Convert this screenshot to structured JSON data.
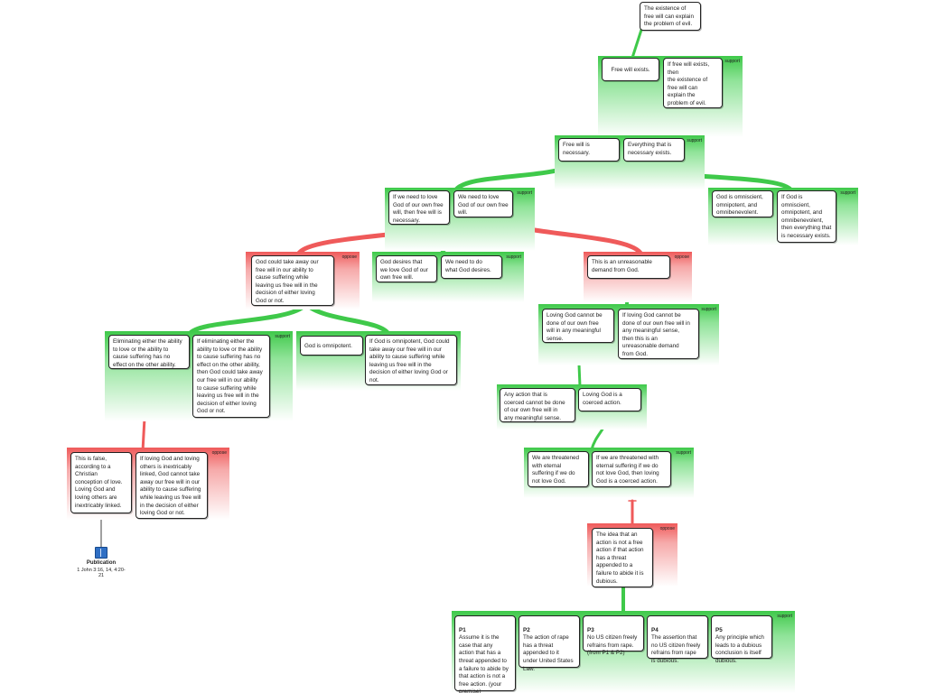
{
  "colors": {
    "support": "#3fc94a",
    "oppose": "#ef5a5a"
  },
  "group_labels": {
    "support": "support",
    "oppose": "oppose"
  },
  "nodes": {
    "root": "The existence of\nfree will can explain\nthe problem of evil.",
    "n1a": "Free will exists.",
    "n1b": "If free will exists,\nthen\nthe existence of\nfree will can\nexplain the\nproblem of evil.",
    "n2a": "Free will is\nnecessary.",
    "n2b": "Everything that is\nnecessary exists.",
    "n3a": "If we need to love\nGod of our own free\nwill, then free will is\nnecessary.",
    "n3b": "We need to love\nGod of our own free\nwill.",
    "n3c": "God is omniscient,\nomnipotent, and\nomnibenevolent.",
    "n3d": "If God is\nomniscient,\nomnipotent, and\nomnibenevolent,\nthen everything that\nis necessary exists.",
    "n4a": "God could take away our\nfree will in our ability to\ncause suffering while\nleaving us free will in the\ndecision of either loving\nGod or not.",
    "n4b": "God desires that\nwe love God of our\nown free will.",
    "n4c": "We need to do\nwhat God desires.",
    "n4d": "This is an unreasonable\ndemand from God.",
    "n5a": "Eliminating either the ability\nto love or the ability to\ncause suffering has no\neffect on the other ability.",
    "n5b": "If eliminating either the\nability to love or the ability\nto cause suffering has no\neffect on the other ability,\nthen God could take away\nour free will in our ability\nto cause suffering while\nleaving us free will in the\ndecision of either loving\nGod or not.",
    "n5c": "God is omnipotent.",
    "n5d": "If God is omnipotent, God could\ntake away our free will in our\nability to cause suffering while\nleaving us free will in the\ndecision of either loving God or\nnot.",
    "n5e": "Loving God cannot be\ndone of our own free\nwill in any meaningful\nsense.",
    "n5f": "If loving God cannot be\ndone of our own free will in\nany meaningful sense,\nthen this is an\nunreasonable demand\nfrom God.",
    "n6a": "Any action that is\ncoerced cannot be done\nof our own free will in\nany meaningful sense.",
    "n6b": "Loving God is a\ncoerced action.",
    "n7a": "This is false,\naccording to a\nChristian\nconception of love.\nLoving God and\nloving others are\ninextricably linked.",
    "n7b": "If loving God and loving\nothers is inextricably\nlinked, God cannot take\naway our free will in our\nability to cause suffering\nwhile leaving us free will\nin the decision of either\nloving God or not.",
    "n7c": "We are threatened\nwith eternal\nsuffering if we do\nnot love God.",
    "n7d": "If we are threatened with\neternal suffering if we do\nnot love God, then loving\nGod is a coerced action.",
    "n8a": "The idea that an\naction is not a free\naction if that action\nhas a threat\nappended to a\nfailure to abide it is\ndubious.",
    "p1_title": "P1",
    "p1": "Assume it is the\ncase that any\naction that has a\nthreat appended to\na failure to abide by\nthat action is not a\nfree action. (your\npremise)",
    "p2_title": "P2",
    "p2": "The action of rape\nhas a threat\nappended to it\nunder United States\nLaw.",
    "p3_title": "P3",
    "p3": "No US citizen freely\nrefrains from rape.\n(from P1 & P2)",
    "p4_title": "P4",
    "p4": "The assertion that\nno US citizen freely\nrefrains from rape\nis dubious.",
    "p5_title": "P5",
    "p5": "Any principle which\nleads to a dubious\nconclusion is itself\ndubious."
  },
  "publication": {
    "title": "Publication",
    "reference": "1 John 3:16, 14, 4:20-\n21",
    "icon": "book-icon"
  }
}
